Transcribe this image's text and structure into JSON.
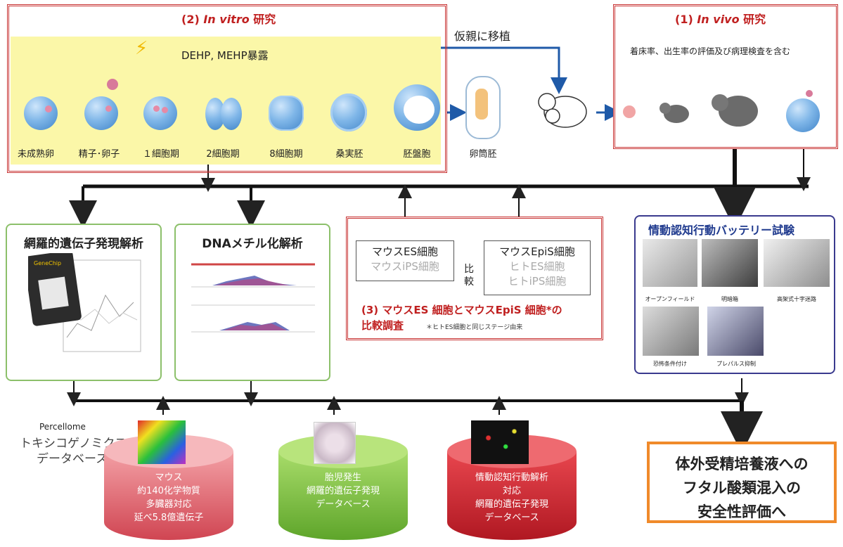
{
  "invitro": {
    "title_prefix": "(2)",
    "title_italic": "In vitro",
    "title_suffix": "研究",
    "exposure": "DEHP, MEHP暴露",
    "stages": [
      "未成熟卵",
      "精子･卵子",
      "１細胞期",
      "2細胞期",
      "8細胞期",
      "桑実胚",
      "胚盤胞",
      "卵筒胚"
    ]
  },
  "transfer_label": "仮親に移植",
  "invivo": {
    "title_prefix": "(1)",
    "title_italic": "In vivo",
    "title_suffix": "研究",
    "subtitle": "着床率、出生率の評価及び病理検査を含む"
  },
  "analysis": {
    "expression": "網羅的遺伝子発現解析",
    "genechip": "GeneChip",
    "methylation": "DNAメチル化解析"
  },
  "comparison": {
    "left_main": "マウスES細胞",
    "left_sub": "マウスiPS細胞",
    "right_main": "マウスEpiS細胞",
    "right_sub1": "ヒトES細胞",
    "right_sub2": "ヒトiPS細胞",
    "compare_1": "比",
    "compare_2": "較",
    "title_line1": "(3) マウスES 細胞とマウスEpiS 細胞*の",
    "title_line2": "比較調査",
    "footnote": "＊ヒトES細胞と同じステージ由来"
  },
  "battery": {
    "title": "情動認知行動バッテリー試験",
    "photos": [
      "オープンフィールド",
      "明暗箱",
      "高架式十字迷路",
      "恐怖条件付け",
      "プレパルス抑制"
    ]
  },
  "database": {
    "line1": "Percellome",
    "line2": "トキシコゲノミクス",
    "line3": "データベース"
  },
  "cylinders": [
    {
      "text": "マウス\n約140化学物質\n多臓器対応\n延べ5.8億遺伝子",
      "color": "#e0656d"
    },
    {
      "text": "胎児発生\n網羅的遺伝子発現\nデータベース",
      "color": "#7cc23a"
    },
    {
      "text": "情動認知行動解析\n対応\n網羅的遺伝子発現\nデータベース",
      "color": "#d0202c"
    }
  ],
  "result": {
    "line1": "体外受精培養液への",
    "line2": "フタル酸類混入の",
    "line3": "安全性評価へ"
  }
}
